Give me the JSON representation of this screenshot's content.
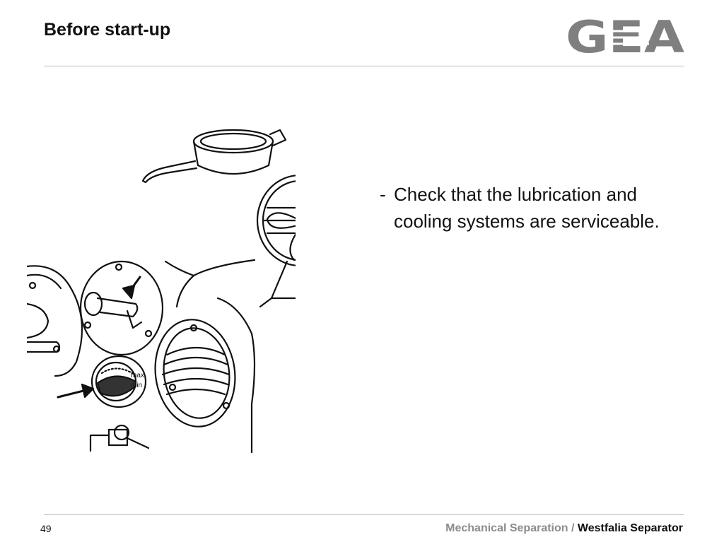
{
  "slide": {
    "title": "Before start-up",
    "page_number": "49"
  },
  "logo": {
    "text": "GEA",
    "color": "#7f7f7f",
    "icon": "gea-logo"
  },
  "content": {
    "bullet_marker": "-",
    "bullet_text": "Check that the lubrication and cooling systems are serviceable."
  },
  "illustration": {
    "icon": "separator-lubrication-cooling-drawing",
    "gauge_max_label": "max",
    "gauge_min_label": "min"
  },
  "footer": {
    "department": "Mechanical Separation",
    "separator": "/",
    "brand": "Westfalia Separator"
  },
  "colors": {
    "text": "#111111",
    "footer_grey": "#8c8c8c",
    "rule": "#bdbdbd"
  }
}
